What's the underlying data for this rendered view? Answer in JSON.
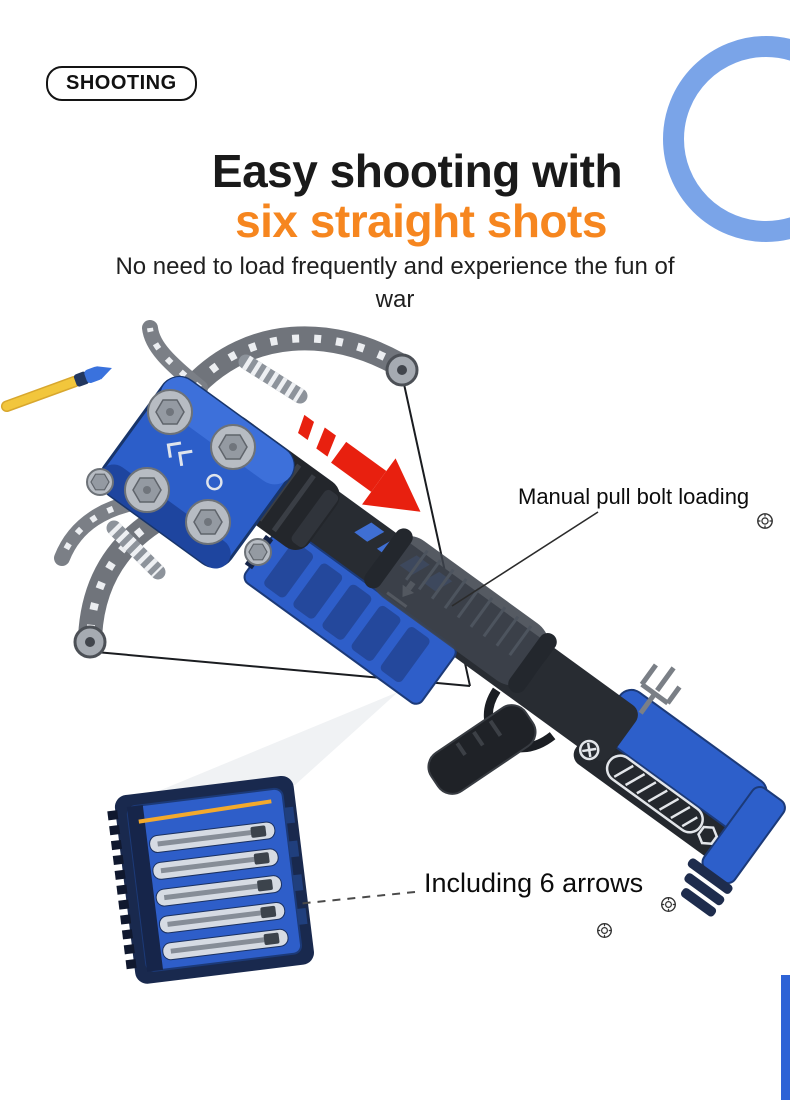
{
  "badge": {
    "label": "SHOOTING"
  },
  "hero": {
    "title_line1": "Easy shooting with",
    "title_line2": "six straight shots",
    "subtitle": "No need to load frequently and experience the fun of war"
  },
  "callouts": {
    "bolt_label": "Manual pull bolt loading",
    "arrows_label": "Including 6 arrows"
  },
  "icons": {
    "callout_marker": "screw-target-icon",
    "red_arrow": "red-arrow-icon"
  },
  "colors": {
    "title": "#1A1A1A",
    "accent_orange": "#F6861F",
    "ring_blue": "#7AA4E8",
    "product_blue": "#2E5EC9",
    "product_dark": "#282C32",
    "arrow_red": "#E8200F",
    "dart_yellow": "#F2C63C",
    "edge_bar_blue": "#2E63D6"
  }
}
